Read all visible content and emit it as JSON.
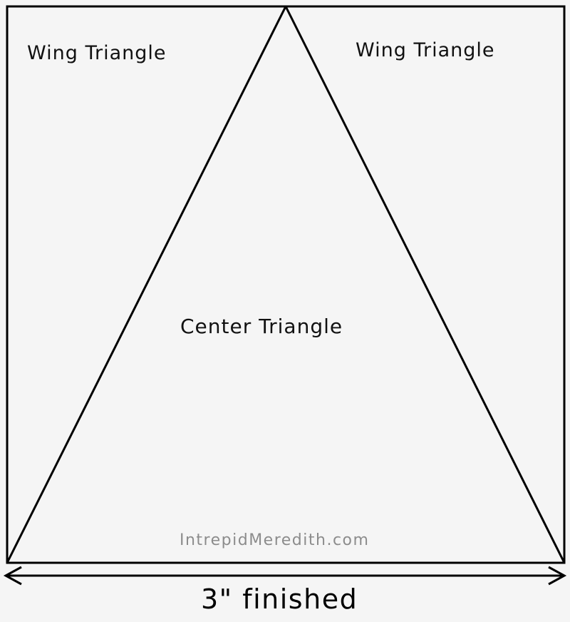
{
  "labels": {
    "wing_left": "Wing Triangle",
    "wing_right": "Wing Triangle",
    "center": "Center Triangle",
    "watermark": "IntrepidMeredith.com",
    "dimension": "3\" finished"
  },
  "colors": {
    "background": "#f5f5f5",
    "stroke": "#000000",
    "watermark": "#8c8c8c"
  }
}
